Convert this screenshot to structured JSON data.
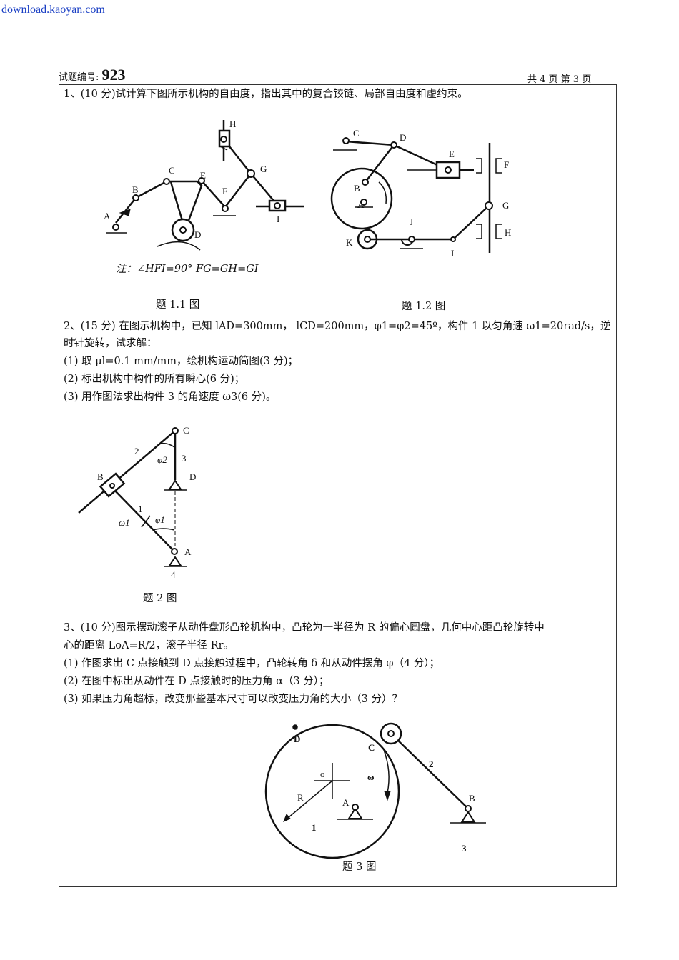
{
  "source_watermark": "download.kaoyan.com",
  "header": {
    "code_label": "试题编号:",
    "code": "923",
    "pages": "共  4 页   第 3 页"
  },
  "q1": {
    "text": "1、(10 分)试计算下图所示机构的自由度，指出其中的复合铰链、局部自由度和虚约束。",
    "fig1_labels": [
      "A",
      "B",
      "C",
      "E",
      "F",
      "G",
      "H",
      "I",
      "D"
    ],
    "fig1_note": "注：∠HFI=90°   FG=GH=GI",
    "fig1_caption": "题 1.1 图",
    "fig2_labels": [
      "C",
      "D",
      "E",
      "F",
      "B",
      "A",
      "G",
      "J",
      "H",
      "K",
      "I"
    ],
    "fig2_caption": "题 1.2 图"
  },
  "q2": {
    "line1": "2、(15 分) 在图示机构中，已知 lAD=300mm，  lCD=200mm，φ1=φ2=45º，构件 1 以匀角速 ω1=20rad/s，逆",
    "line2": "时针旋转，试求解：",
    "item1": "(1) 取 μl=0.1 mm/mm，绘机构运动简图(3 分)；",
    "item2": "(2) 标出机构中构件的所有瞬心(6 分)；",
    "item3": "(3) 用作图法求出构件 3 的角速度 ω3(6 分)。",
    "fig_labels": {
      "C": "C",
      "n2": "2",
      "phi2": "φ2",
      "n3": "3",
      "B": "B",
      "D": "D",
      "n1": "1",
      "omega1": "ω1",
      "phi1": "φ1",
      "A": "A",
      "n4": "4"
    },
    "fig_caption": "题 2 图"
  },
  "q3": {
    "line1": "3、(10 分)图示摆动滚子从动件盘形凸轮机构中，凸轮为一半径为 R 的偏心圆盘，几何中心距凸轮旋转中",
    "line2": "心的距离 LoA=R/2，滚子半径 Rr。",
    "item1": "(1) 作图求出 C 点接触到 D 点接触过程中，凸轮转角 δ 和从动件摆角 φ（4 分）；",
    "item2": "(2) 在图中标出从动件在 D 点接触时的压力角 α（3 分）；",
    "item3": "(3) 如果压力角超标，改变那些基本尺寸可以改变压力角的大小（3 分）？",
    "fig_labels": {
      "D": "D",
      "C": "C",
      "o": "o",
      "omega": "ω",
      "n2": "2",
      "R": "R",
      "A": "A",
      "B": "B",
      "n1": "1",
      "n3": "3"
    },
    "fig_caption": "题 3 图"
  }
}
